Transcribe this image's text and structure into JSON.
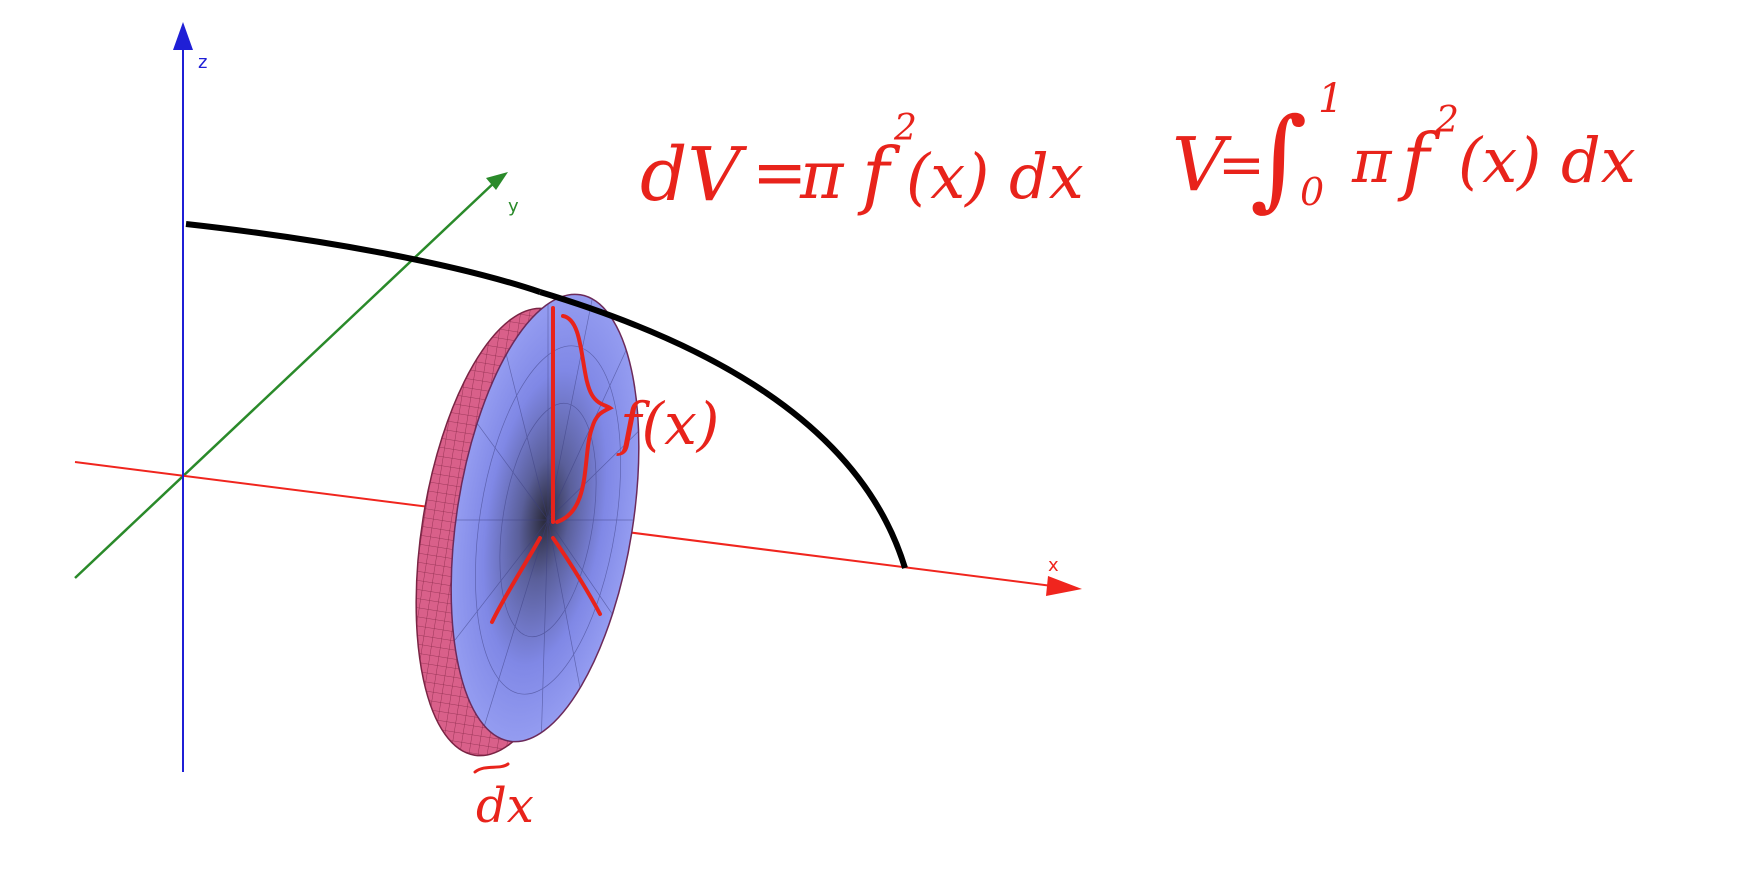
{
  "colors": {
    "z_axis": "#1f1fd6",
    "y_axis": "#2a8a2a",
    "x_axis": "#f0251e",
    "curve": "#000000",
    "ink": "#e8231b",
    "disk_rim": "#d9608a",
    "disk_face": "#8c95ef"
  },
  "axes": {
    "z": "z",
    "y": "y",
    "x": "x"
  },
  "annotations": {
    "fx": "f(x)",
    "dx": "dx"
  },
  "equations": {
    "dv_lhs": "dV",
    "dv_eq": "=",
    "dv_pi": "π",
    "dv_f": "f",
    "dv_exp": "2",
    "dv_tail": "(x) dx",
    "v_lhs": "V",
    "v_eq": "=",
    "int_sign": "∫",
    "int_lower": "0",
    "int_upper": "1",
    "v_pi": "π",
    "v_f": "f",
    "v_exp": "2",
    "v_tail": "(x) dx"
  }
}
